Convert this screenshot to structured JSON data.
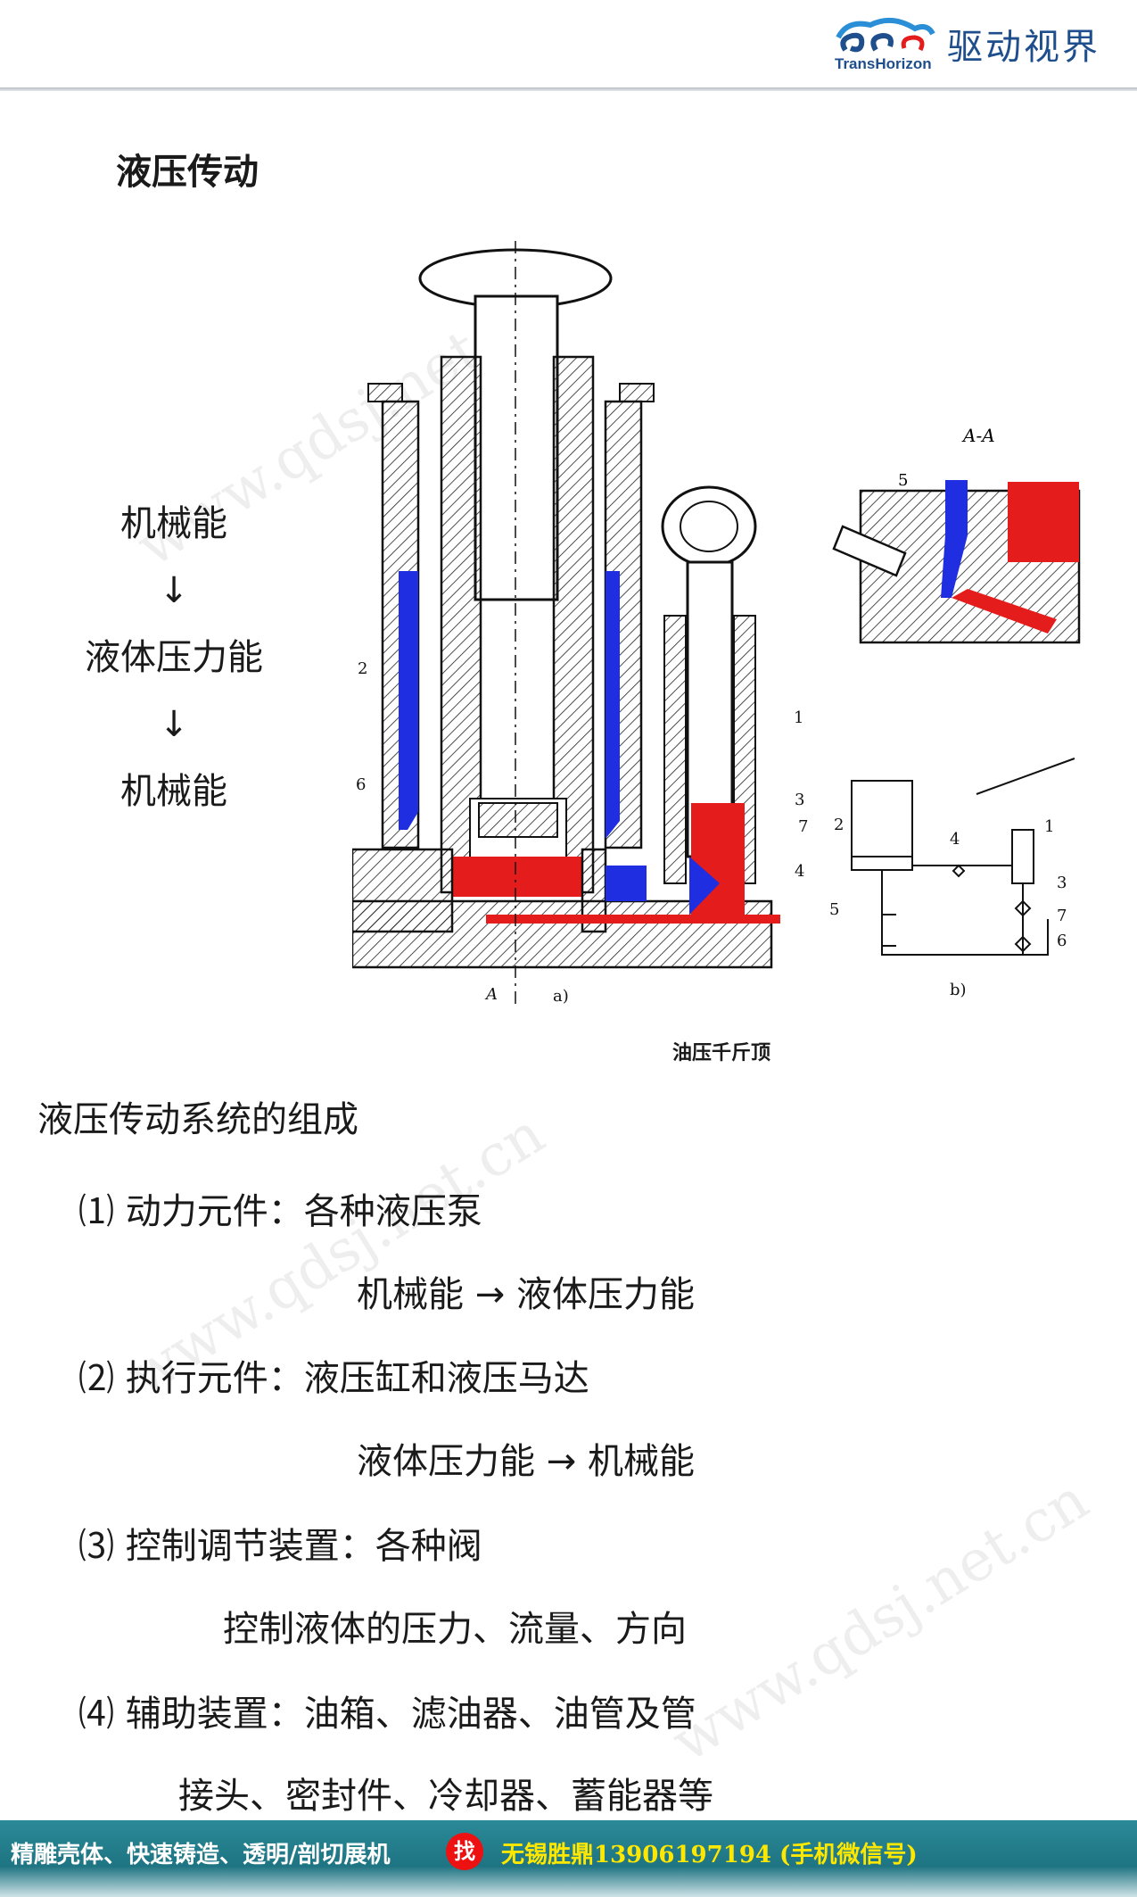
{
  "header": {
    "brand_en": "TransHorizon",
    "brand_cn": "驱动视界"
  },
  "title": "液压传动",
  "flow": [
    "机械能",
    "↓",
    "液体压力能",
    "↓",
    "机械能"
  ],
  "figure": {
    "caption": "油压千斤顶",
    "label_a": "a)",
    "label_b": "b)",
    "section_label": "A-A",
    "cut_label": "A",
    "parts": [
      "1",
      "2",
      "3",
      "4",
      "5",
      "6",
      "7"
    ]
  },
  "section_title": "液压传动系统的组成",
  "items": [
    "⑴ 动力元件：各种液压泵",
    "机械能 → 液体压力能",
    "⑵ 执行元件：液压缸和液压马达",
    "液体压力能 → 机械能",
    "⑶ 控制调节装置：各种阀",
    "控制液体的压力、流量、方向",
    "⑷ 辅助装置：油箱、滤油器、油管及管",
    "接头、密封件、冷却器、蓄能器等"
  ],
  "watermark": "www.qdsj.net.cn",
  "footer": {
    "text": "精雕壳体、快速铸造、透明/剖切展机",
    "badge": "找",
    "contact": "无锡胜鼎13906197194 (手机微信号)"
  },
  "colors": {
    "brand": "#1f4e8c",
    "oil_low": "#1f2ee0",
    "oil_high": "#e51c1c",
    "footer_bg": "#1e7482",
    "footer_contact": "#ffe800"
  }
}
